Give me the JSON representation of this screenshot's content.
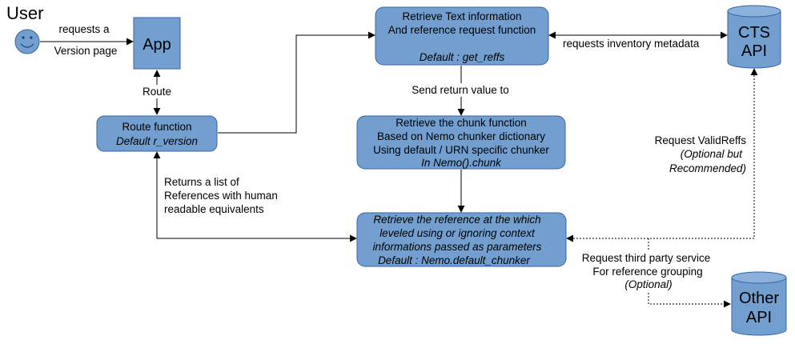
{
  "colors": {
    "box_fill": "#729fcf",
    "box_stroke": "#3465a4",
    "user_face": "#729fcf",
    "line": "#000000"
  },
  "user": {
    "title": "User",
    "face_icon": "smiley-face-icon"
  },
  "app": {
    "label": "App"
  },
  "route_function": {
    "line1": "Route function",
    "line2": "Default r_version"
  },
  "retrieve_text": {
    "line1": "Retrieve Text information",
    "line2": "And reference request function",
    "line3": "Default : get_reffs"
  },
  "retrieve_chunk": {
    "line1": "Retrieve the chunk function",
    "line2": "Based on Nemo chunker dictionary",
    "line3": "Using default / URN specific chunker",
    "line4": "In Nemo().chunk"
  },
  "retrieve_reference": {
    "line1": "Retrieve the reference at the which",
    "line2": "leveled using or ignoring context",
    "line3": "informations passed as parameters",
    "line4": "Default : Nemo.default_chunker"
  },
  "cts_api": {
    "line1": "CTS",
    "line2": "API"
  },
  "other_api": {
    "line1": "Other",
    "line2": "API"
  },
  "edges": {
    "requests_version": {
      "line1": "requests a",
      "line2": "Version page"
    },
    "route": "Route",
    "inventory": "requests inventory metadata",
    "send_return": "Send return value to",
    "returns_list": {
      "line1": "Returns a list of",
      "line2": "References with human",
      "line3": "readable equivalents"
    },
    "valid_reffs": {
      "line1": "Request ValidReffs",
      "line2": "(Optional but",
      "line3": "Recommended)"
    },
    "third_party": {
      "line1": "Request third party service",
      "line2": "For reference grouping",
      "line3": "(Optional)"
    }
  }
}
